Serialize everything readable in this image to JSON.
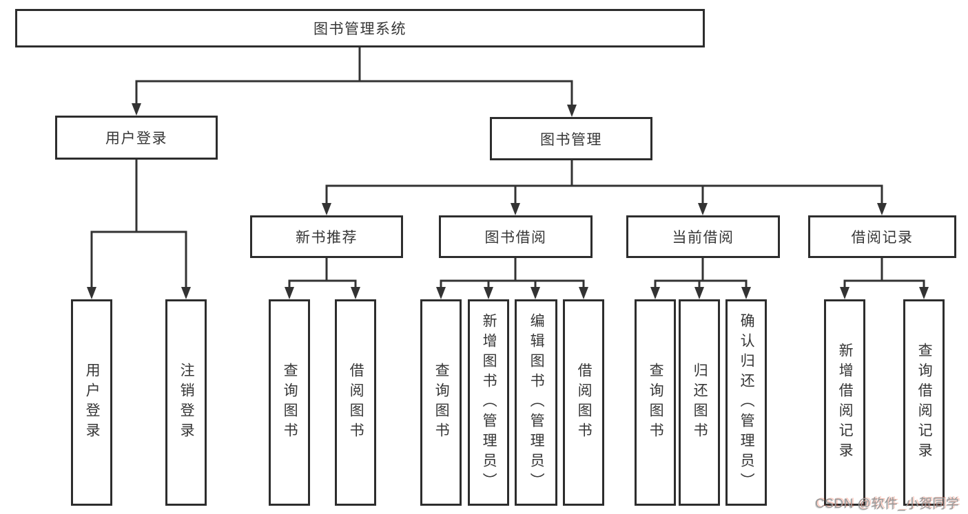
{
  "diagram": {
    "title": "图书管理系统",
    "branches": {
      "user": {
        "label": "用户登录",
        "children": [
          {
            "label": "用户登录"
          },
          {
            "label": "注销登录"
          }
        ]
      },
      "book": {
        "label": "图书管理",
        "sections": [
          {
            "label": "新书推荐",
            "children": [
              {
                "label": "查询图书"
              },
              {
                "label": "借阅图书"
              }
            ]
          },
          {
            "label": "图书借阅",
            "children": [
              {
                "label": "查询图书"
              },
              {
                "label": "新增图书（管理员）"
              },
              {
                "label": "编辑图书（管理员）"
              },
              {
                "label": "借阅图书"
              }
            ]
          },
          {
            "label": "当前借阅",
            "children": [
              {
                "label": "查询图书"
              },
              {
                "label": "归还图书"
              },
              {
                "label": "确认归还（管理员）"
              }
            ]
          },
          {
            "label": "借阅记录",
            "children": [
              {
                "label": "新增借阅记录"
              },
              {
                "label": "查询借阅记录"
              }
            ]
          }
        ]
      }
    }
  },
  "watermark": {
    "text": "CSDN @软件_小贺同学"
  },
  "colors": {
    "line": "#333333",
    "box_border": "#2d2d2d",
    "text": "#363636",
    "background": "#ffffff",
    "watermark_gray": "#9a9a9a",
    "watermark_accent": "#fc5531"
  }
}
